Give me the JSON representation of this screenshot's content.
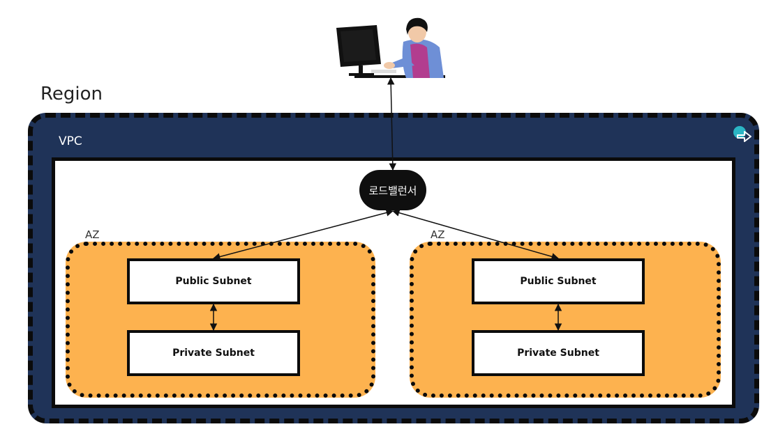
{
  "region": {
    "label": "Region"
  },
  "vpc": {
    "label": "VPC"
  },
  "load_balancer": {
    "label": "로드밸런서"
  },
  "availability_zones": [
    {
      "label": "AZ",
      "public_subnet": "Public Subnet",
      "private_subnet": "Private Subnet"
    },
    {
      "label": "AZ",
      "public_subnet": "Public Subnet",
      "private_subnet": "Private Subnet"
    }
  ],
  "icons": {
    "user": "user-at-computer-icon",
    "exit": "exit-arrow-icon"
  },
  "colors": {
    "vpc_fill": "#1f3358",
    "az_fill": "#fdb24f",
    "border": "#0b0b0b",
    "lb_fill": "#0f0f0f",
    "exit_badge": "#2bb5c4"
  }
}
